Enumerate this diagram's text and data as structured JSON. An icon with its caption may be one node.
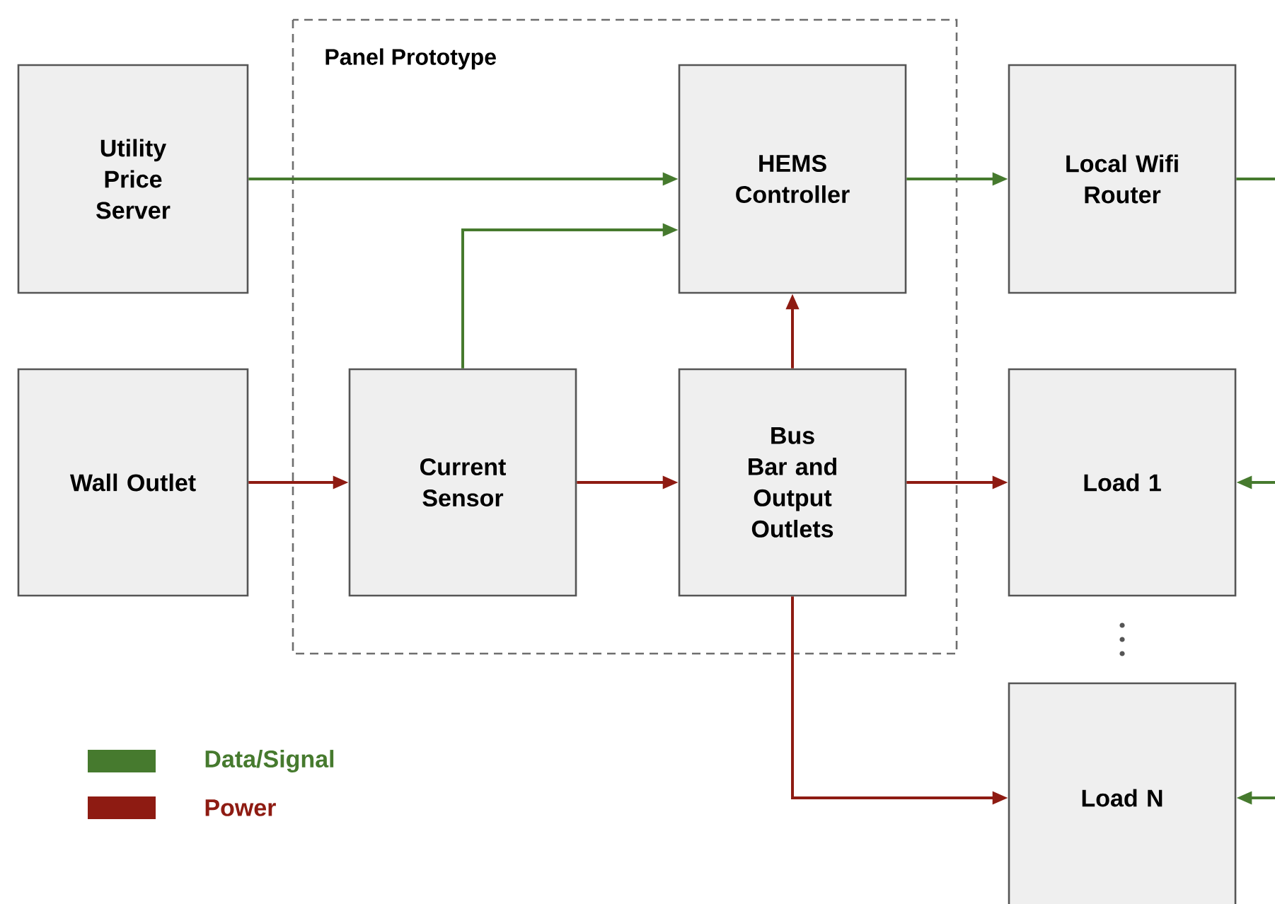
{
  "diagram": {
    "nodes": [
      {
        "text": [
          "Panel Prototype"
        ]
      },
      {
        "text": [
          "Utility Price Server"
        ]
      },
      {
        "text": [
          "HEMS Controller"
        ],
        "in": 0
      },
      {
        "text": [
          "Local Wifi Router"
        ]
      },
      {
        "text": [
          "Wall Outlet"
        ]
      },
      {
        "text": [
          "Current Sensor"
        ],
        "in": 0
      },
      {
        "text": [
          "Bus Bar and Output Outlets"
        ],
        "in": 0
      },
      {
        "text": [
          "Load 1"
        ]
      },
      {
        "text": [
          "Load N"
        ]
      }
    ],
    "edges": [
      {
        "from": 1,
        "to": 2,
        "arrow": "to"
      },
      {
        "from": 5,
        "to": 2,
        "arrow": "to"
      },
      {
        "from": 2,
        "to": 3,
        "arrow": "to"
      },
      {
        "from": 3,
        "to": null,
        "arrow": "none"
      },
      {
        "from": null,
        "to": 7,
        "arrow": "to"
      },
      {
        "from": null,
        "to": 8,
        "arrow": "to"
      },
      {
        "from": 4,
        "to": 5,
        "arrow": "to",
        "color": "#8e1b12"
      },
      {
        "from": 5,
        "to": 6,
        "arrow": "to",
        "color": "#8e1b12"
      },
      {
        "from": 6,
        "to": 2,
        "arrow": "to",
        "color": "#8e1b12"
      },
      {
        "from": 6,
        "to": 7,
        "arrow": "to",
        "color": "#8e1b12"
      },
      {
        "from": 6,
        "to": 8,
        "arrow": "to",
        "color": "#8e1b12"
      }
    ],
    "legend": [
      {
        "text": "Data/Signal",
        "color": "#467a2e"
      },
      {
        "text": "Power",
        "color": "#8e1b12"
      }
    ]
  }
}
